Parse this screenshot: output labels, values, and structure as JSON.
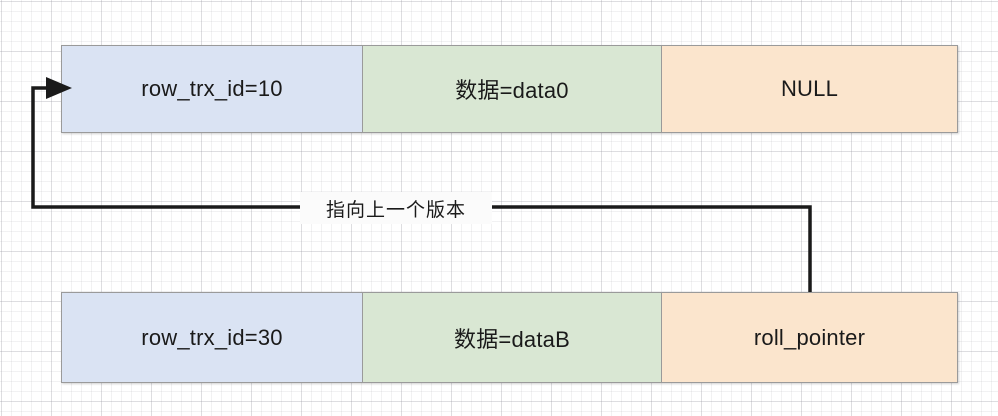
{
  "diagram": {
    "title": "MySQL undo log version chain",
    "colors": {
      "trx_cell_bg": "#dae3f3",
      "data_cell_bg": "#d9e7d3",
      "pointer_cell_bg": "#fbe5cd",
      "border": "#9a9a9a",
      "connector": "#1a1a1a",
      "background": "#ffffff"
    },
    "rows": [
      {
        "name": "newest-version-row",
        "cells": [
          {
            "name": "trx-id-cell",
            "text": "row_trx_id=10"
          },
          {
            "name": "data-cell",
            "text": "数据=data0"
          },
          {
            "name": "roll-pointer-cell",
            "text": "NULL"
          }
        ]
      },
      {
        "name": "older-version-row",
        "cells": [
          {
            "name": "trx-id-cell",
            "text": "row_trx_id=30"
          },
          {
            "name": "data-cell",
            "text": "数据=dataB"
          },
          {
            "name": "roll-pointer-cell",
            "text": "roll_pointer"
          }
        ]
      }
    ],
    "connector": {
      "name": "roll-pointer-connector",
      "label": "指向上一个版本",
      "arrow_direction": "right",
      "path": "from roll_pointer cell of bottom row, up and left, arrowhead into left edge of top row"
    }
  }
}
